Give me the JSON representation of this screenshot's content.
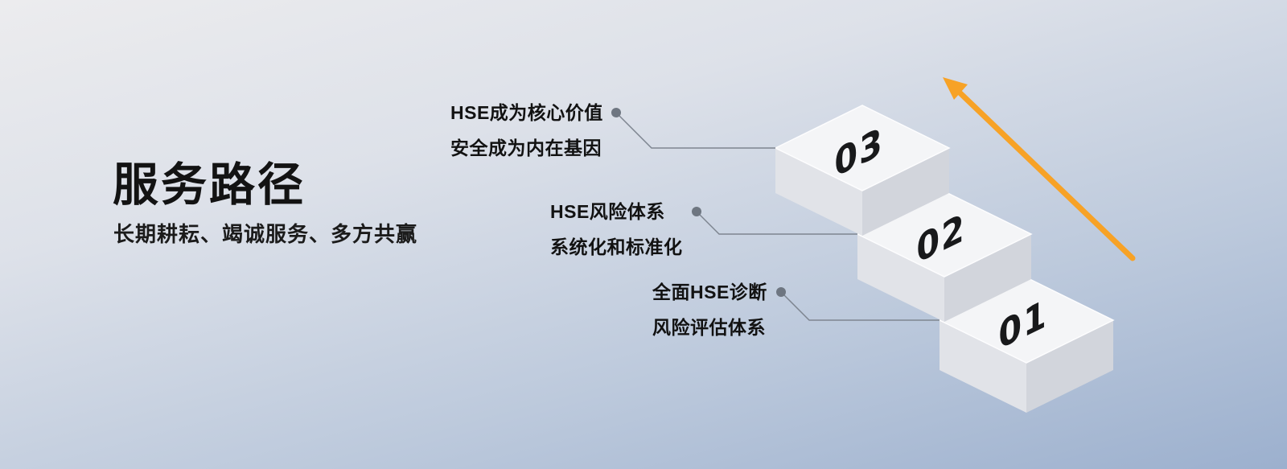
{
  "header": {
    "title": "服务路径",
    "subtitle": "长期耕耘、竭诚服务、多方共赢"
  },
  "steps": [
    {
      "number": "03",
      "label_line1": "HSE成为核心价值",
      "label_line2": "安全成为内在基因"
    },
    {
      "number": "02",
      "label_line1": "HSE风险体系",
      "label_line2": "系统化和标准化"
    },
    {
      "number": "01",
      "label_line1": "全面HSE诊断",
      "label_line2": "风险评估体系"
    }
  ],
  "colors": {
    "arrow_accent": "#F7A226",
    "step_top_face": "#F4F5F7",
    "step_left_face": "#E1E3E8",
    "step_right_face": "#D2D5DC",
    "connector_line": "#7E8590",
    "title_text": "#131313",
    "background_top": "#ECECEE",
    "background_bottom": "#9CB0CE"
  }
}
